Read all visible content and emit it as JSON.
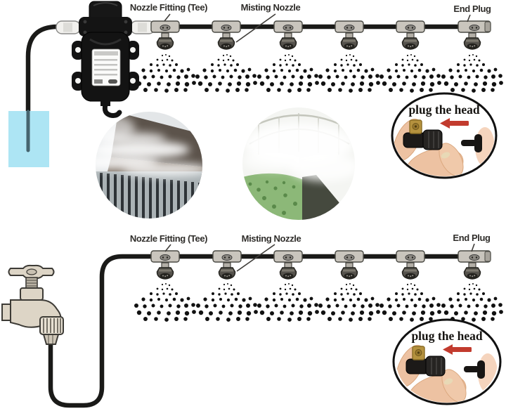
{
  "top_diagram": {
    "labels": {
      "nozzle_fitting": "Nozzle Fitting (Tee)",
      "misting_nozzle": "Misting Nozzle",
      "end_plug": "End Plug"
    },
    "inset_caption": "plug the head"
  },
  "bottom_diagram": {
    "labels": {
      "nozzle_fitting": "Nozzle Fitting (Tee)",
      "misting_nozzle": "Misting Nozzle",
      "end_plug": "End Plug"
    },
    "inset_caption": "plug the head"
  },
  "colors": {
    "tube_black": "#1a1a18",
    "fitting_grey": "#c9c5bd",
    "water_container_cyan": "#ade5f4",
    "arrow_red": "#c23b2e",
    "brass_nozzle": "#b5923e",
    "skin": "#edc2a2",
    "faucet_beige": "#ddd5c6"
  }
}
